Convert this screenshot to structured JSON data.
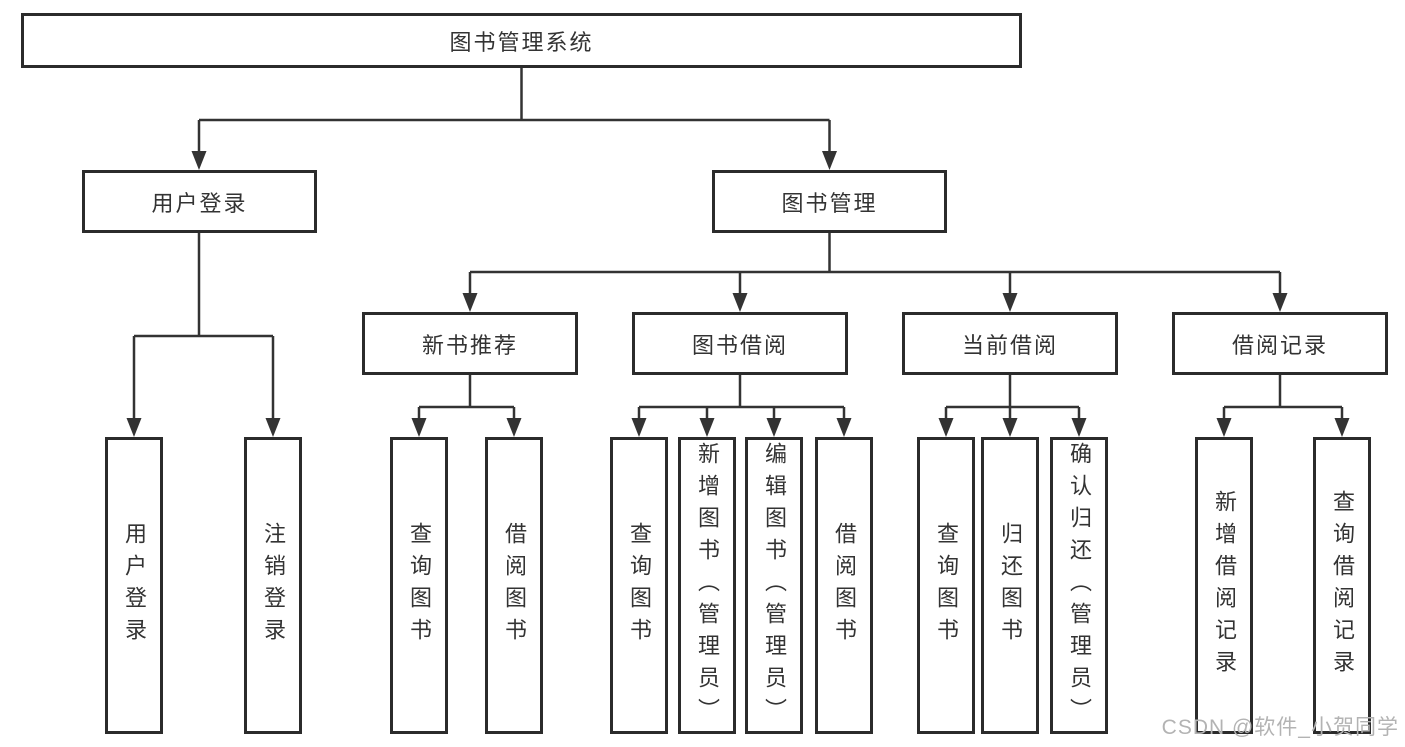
{
  "diagram": {
    "title_node": {
      "label": "图书管理系统"
    },
    "level2": [
      {
        "label": "用户登录"
      },
      {
        "label": "图书管理"
      }
    ],
    "level3": [
      {
        "label": "新书推荐"
      },
      {
        "label": "图书借阅"
      },
      {
        "label": "当前借阅"
      },
      {
        "label": "借阅记录"
      }
    ],
    "leaves": [
      {
        "label": "用户登录",
        "parent": "用户登录"
      },
      {
        "label": "注销登录",
        "parent": "用户登录"
      },
      {
        "label": "查询图书",
        "parent": "新书推荐"
      },
      {
        "label": "借阅图书",
        "parent": "新书推荐"
      },
      {
        "label": "查询图书",
        "parent": "图书借阅"
      },
      {
        "label": "新增图书（管理员）",
        "parent": "图书借阅"
      },
      {
        "label": "编辑图书（管理员）",
        "parent": "图书借阅"
      },
      {
        "label": "借阅图书",
        "parent": "图书借阅"
      },
      {
        "label": "查询图书",
        "parent": "当前借阅"
      },
      {
        "label": "归还图书",
        "parent": "当前借阅"
      },
      {
        "label": "确认归还（管理员）",
        "parent": "当前借阅"
      },
      {
        "label": "新增借阅记录",
        "parent": "借阅记录"
      },
      {
        "label": "查询借阅记录",
        "parent": "借阅记录"
      }
    ],
    "colors": {
      "border": "#2b2b2b",
      "line": "#333333",
      "text": "#333333",
      "watermark": "#b3b3b3",
      "background": "#ffffff"
    }
  },
  "watermark": {
    "text": "CSDN @软件_小贺同学"
  }
}
